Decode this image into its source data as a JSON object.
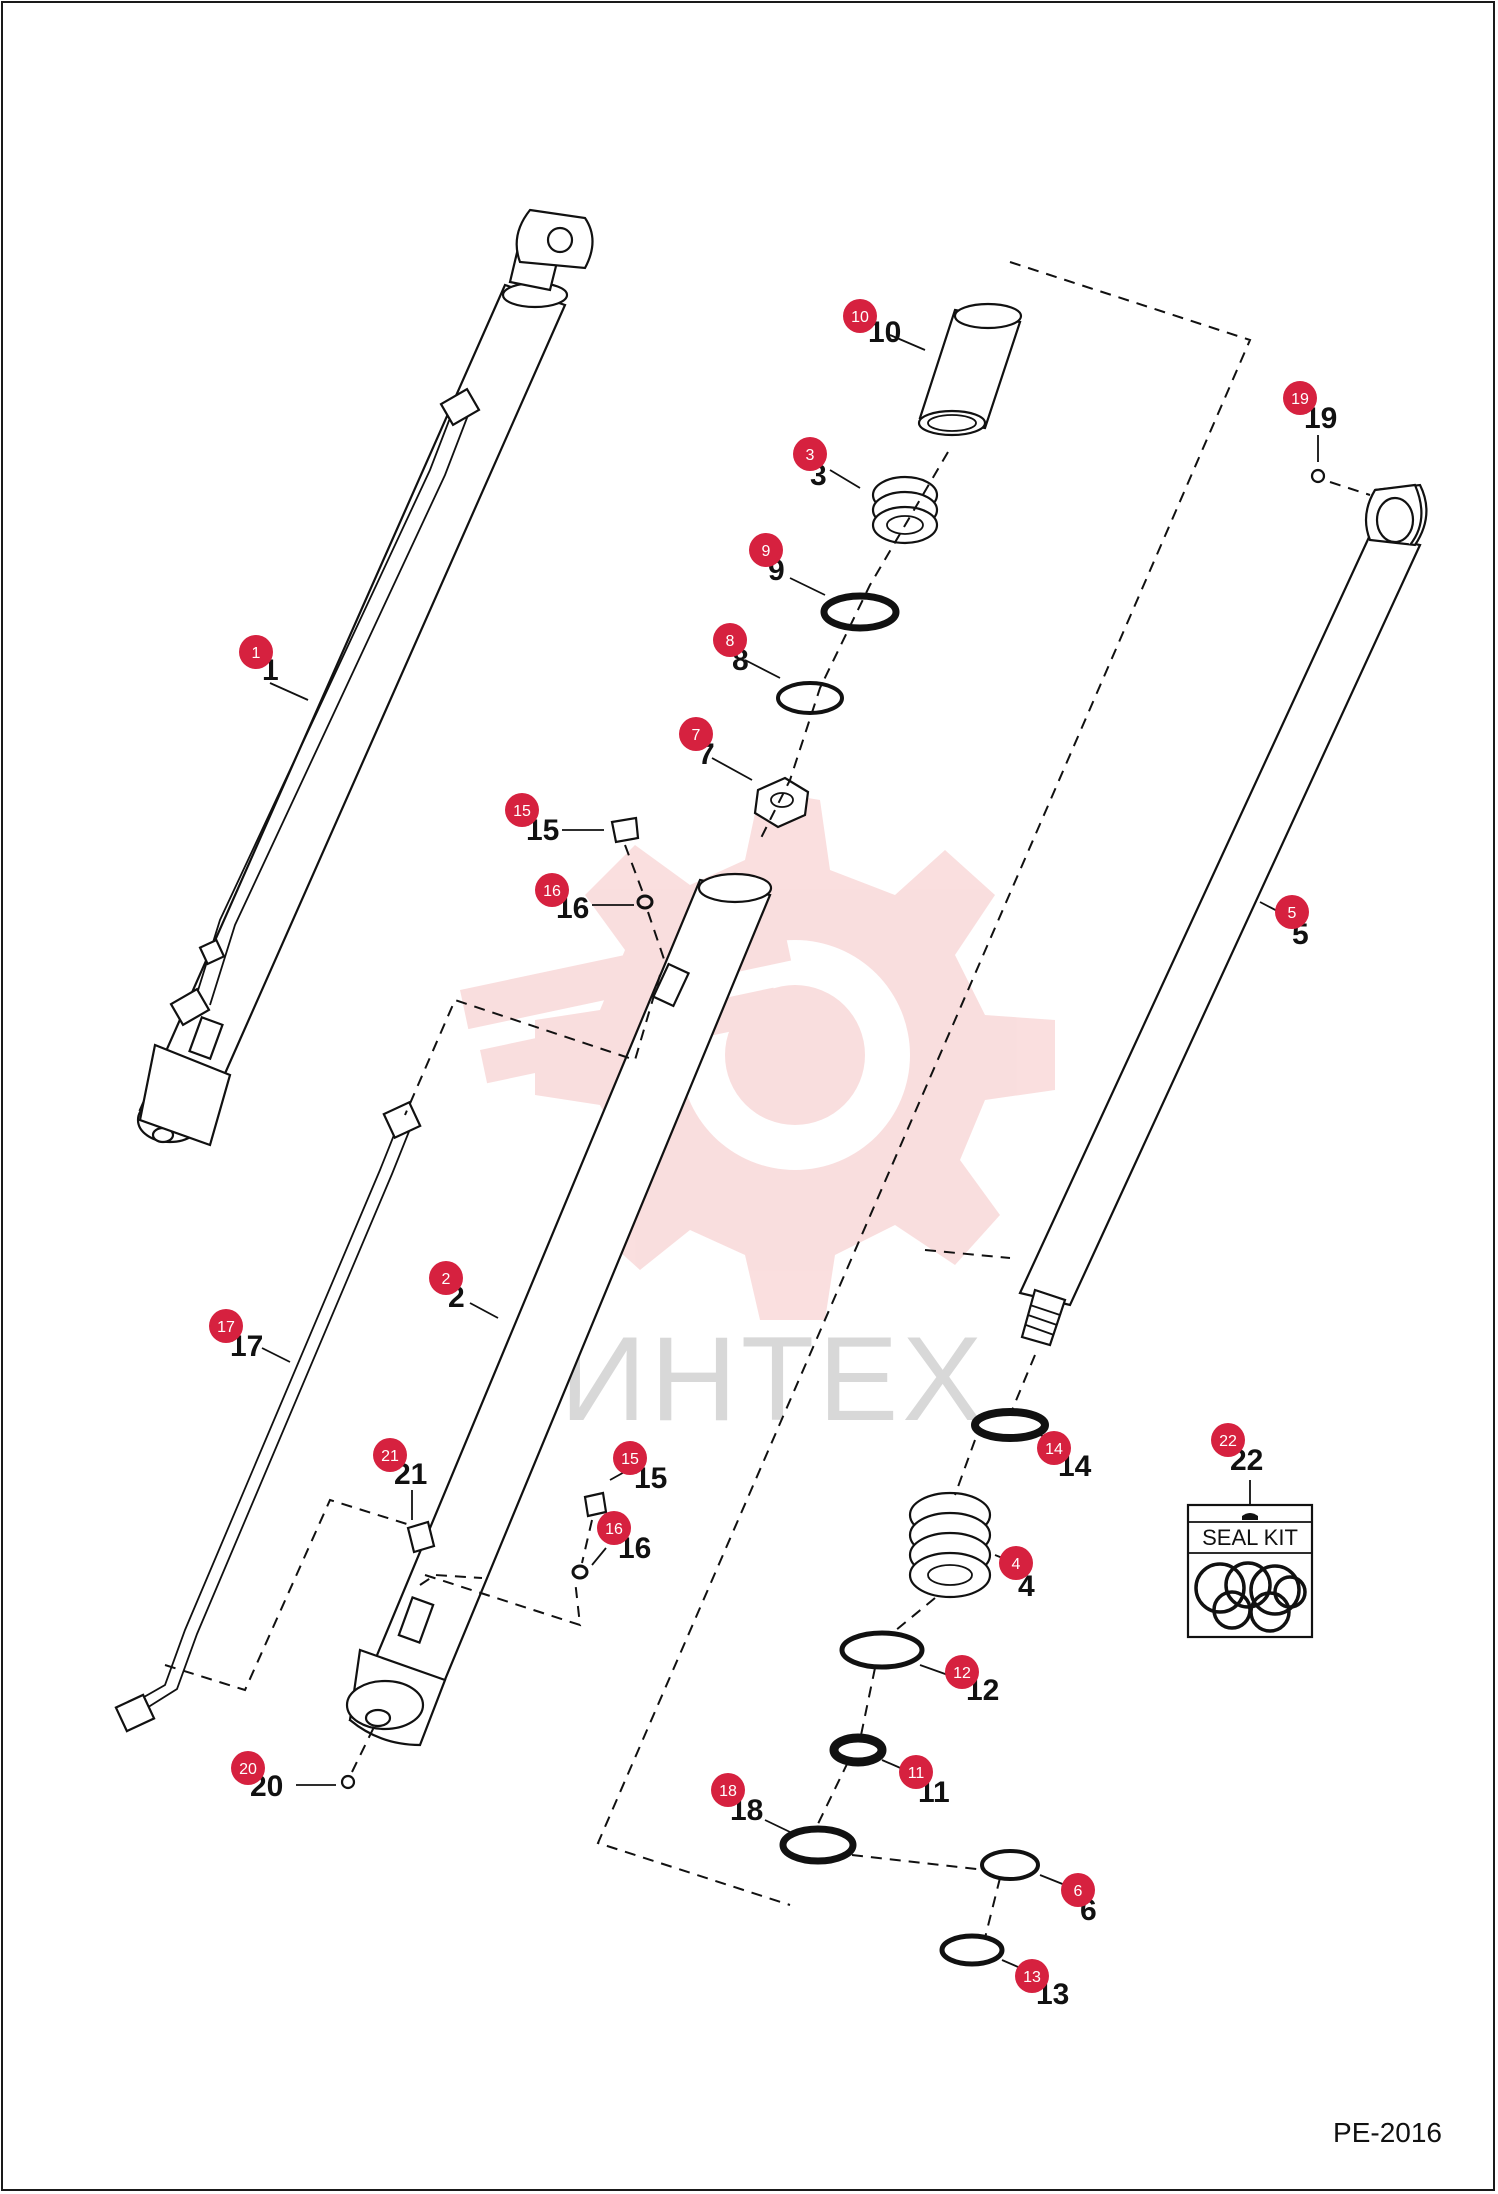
{
  "diagram": {
    "drawing_code": "PE-2016",
    "watermark": "ИНТЕХ",
    "seal_kit_label": "SEAL KIT",
    "colors": {
      "badge": "#d6213f",
      "watermark": "#f5c4c4",
      "line": "#111111"
    },
    "callouts": [
      {
        "id": "1",
        "label": "1"
      },
      {
        "id": "2",
        "label": "2"
      },
      {
        "id": "3",
        "label": "3"
      },
      {
        "id": "4",
        "label": "4"
      },
      {
        "id": "5",
        "label": "5"
      },
      {
        "id": "6",
        "label": "6"
      },
      {
        "id": "7",
        "label": "7"
      },
      {
        "id": "8",
        "label": "8"
      },
      {
        "id": "9",
        "label": "9"
      },
      {
        "id": "10",
        "label": "10"
      },
      {
        "id": "11",
        "label": "11"
      },
      {
        "id": "12",
        "label": "12"
      },
      {
        "id": "13",
        "label": "13"
      },
      {
        "id": "14",
        "label": "14"
      },
      {
        "id": "15a",
        "label": "15"
      },
      {
        "id": "15b",
        "label": "15"
      },
      {
        "id": "16a",
        "label": "16"
      },
      {
        "id": "16b",
        "label": "16"
      },
      {
        "id": "17",
        "label": "17"
      },
      {
        "id": "18",
        "label": "18"
      },
      {
        "id": "19",
        "label": "19"
      },
      {
        "id": "20",
        "label": "20"
      },
      {
        "id": "21",
        "label": "21"
      },
      {
        "id": "22",
        "label": "22"
      }
    ]
  }
}
